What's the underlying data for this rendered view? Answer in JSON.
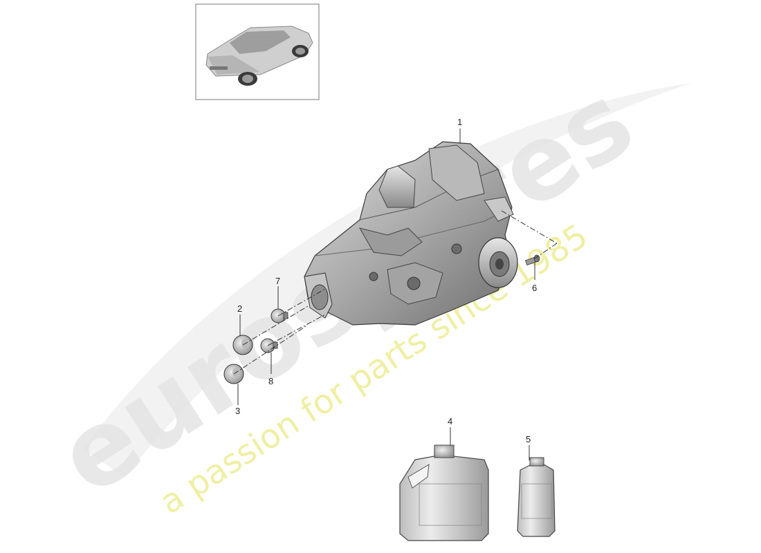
{
  "watermark": {
    "brand": "eurospares",
    "tagline": "a passion for parts since 1985"
  },
  "thumbnail": {
    "icon": "car-icon"
  },
  "callouts": [
    {
      "id": "1",
      "label": "1"
    },
    {
      "id": "2",
      "label": "2"
    },
    {
      "id": "3",
      "label": "3"
    },
    {
      "id": "4",
      "label": "4"
    },
    {
      "id": "5",
      "label": "5"
    },
    {
      "id": "6",
      "label": "6"
    },
    {
      "id": "7",
      "label": "7"
    },
    {
      "id": "8",
      "label": "8"
    }
  ]
}
